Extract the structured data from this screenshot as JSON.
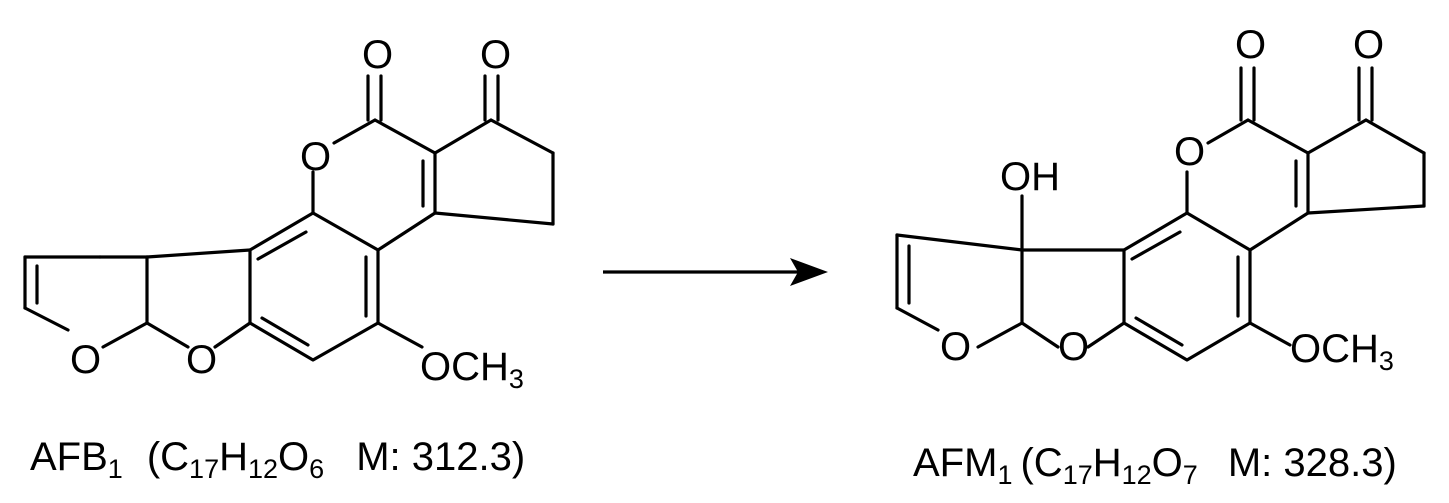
{
  "reactant": {
    "atoms": {
      "o_lactone_carbonyl": "O",
      "o_ketone": "O",
      "o_lactone_ring": "O",
      "o_furan": "O",
      "o_furan_bridge": "O",
      "methoxy": {
        "main": "OCH",
        "sub": "3"
      }
    },
    "label": {
      "name": "AFB",
      "name_sub": "1",
      "open": "(",
      "c": "C",
      "c_sub": "17",
      "h": "H",
      "h_sub": "12",
      "o": "O",
      "o_sub": "6",
      "mass": "M: 312.3)"
    }
  },
  "product": {
    "atoms": {
      "o_lactone_carbonyl": "O",
      "o_ketone": "O",
      "o_lactone_ring": "O",
      "hydroxyl": "OH",
      "o_furan": "O",
      "o_furan_bridge": "O",
      "methoxy": {
        "main": "OCH",
        "sub": "3"
      }
    },
    "label": {
      "name": "AFM",
      "name_sub": "1",
      "open": "(",
      "c": "C",
      "c_sub": "17",
      "h": "H",
      "h_sub": "12",
      "o": "O",
      "o_sub": "7",
      "mass": "M: 328.3)"
    }
  },
  "colors": {
    "ink": "#000000",
    "background": "#ffffff"
  }
}
